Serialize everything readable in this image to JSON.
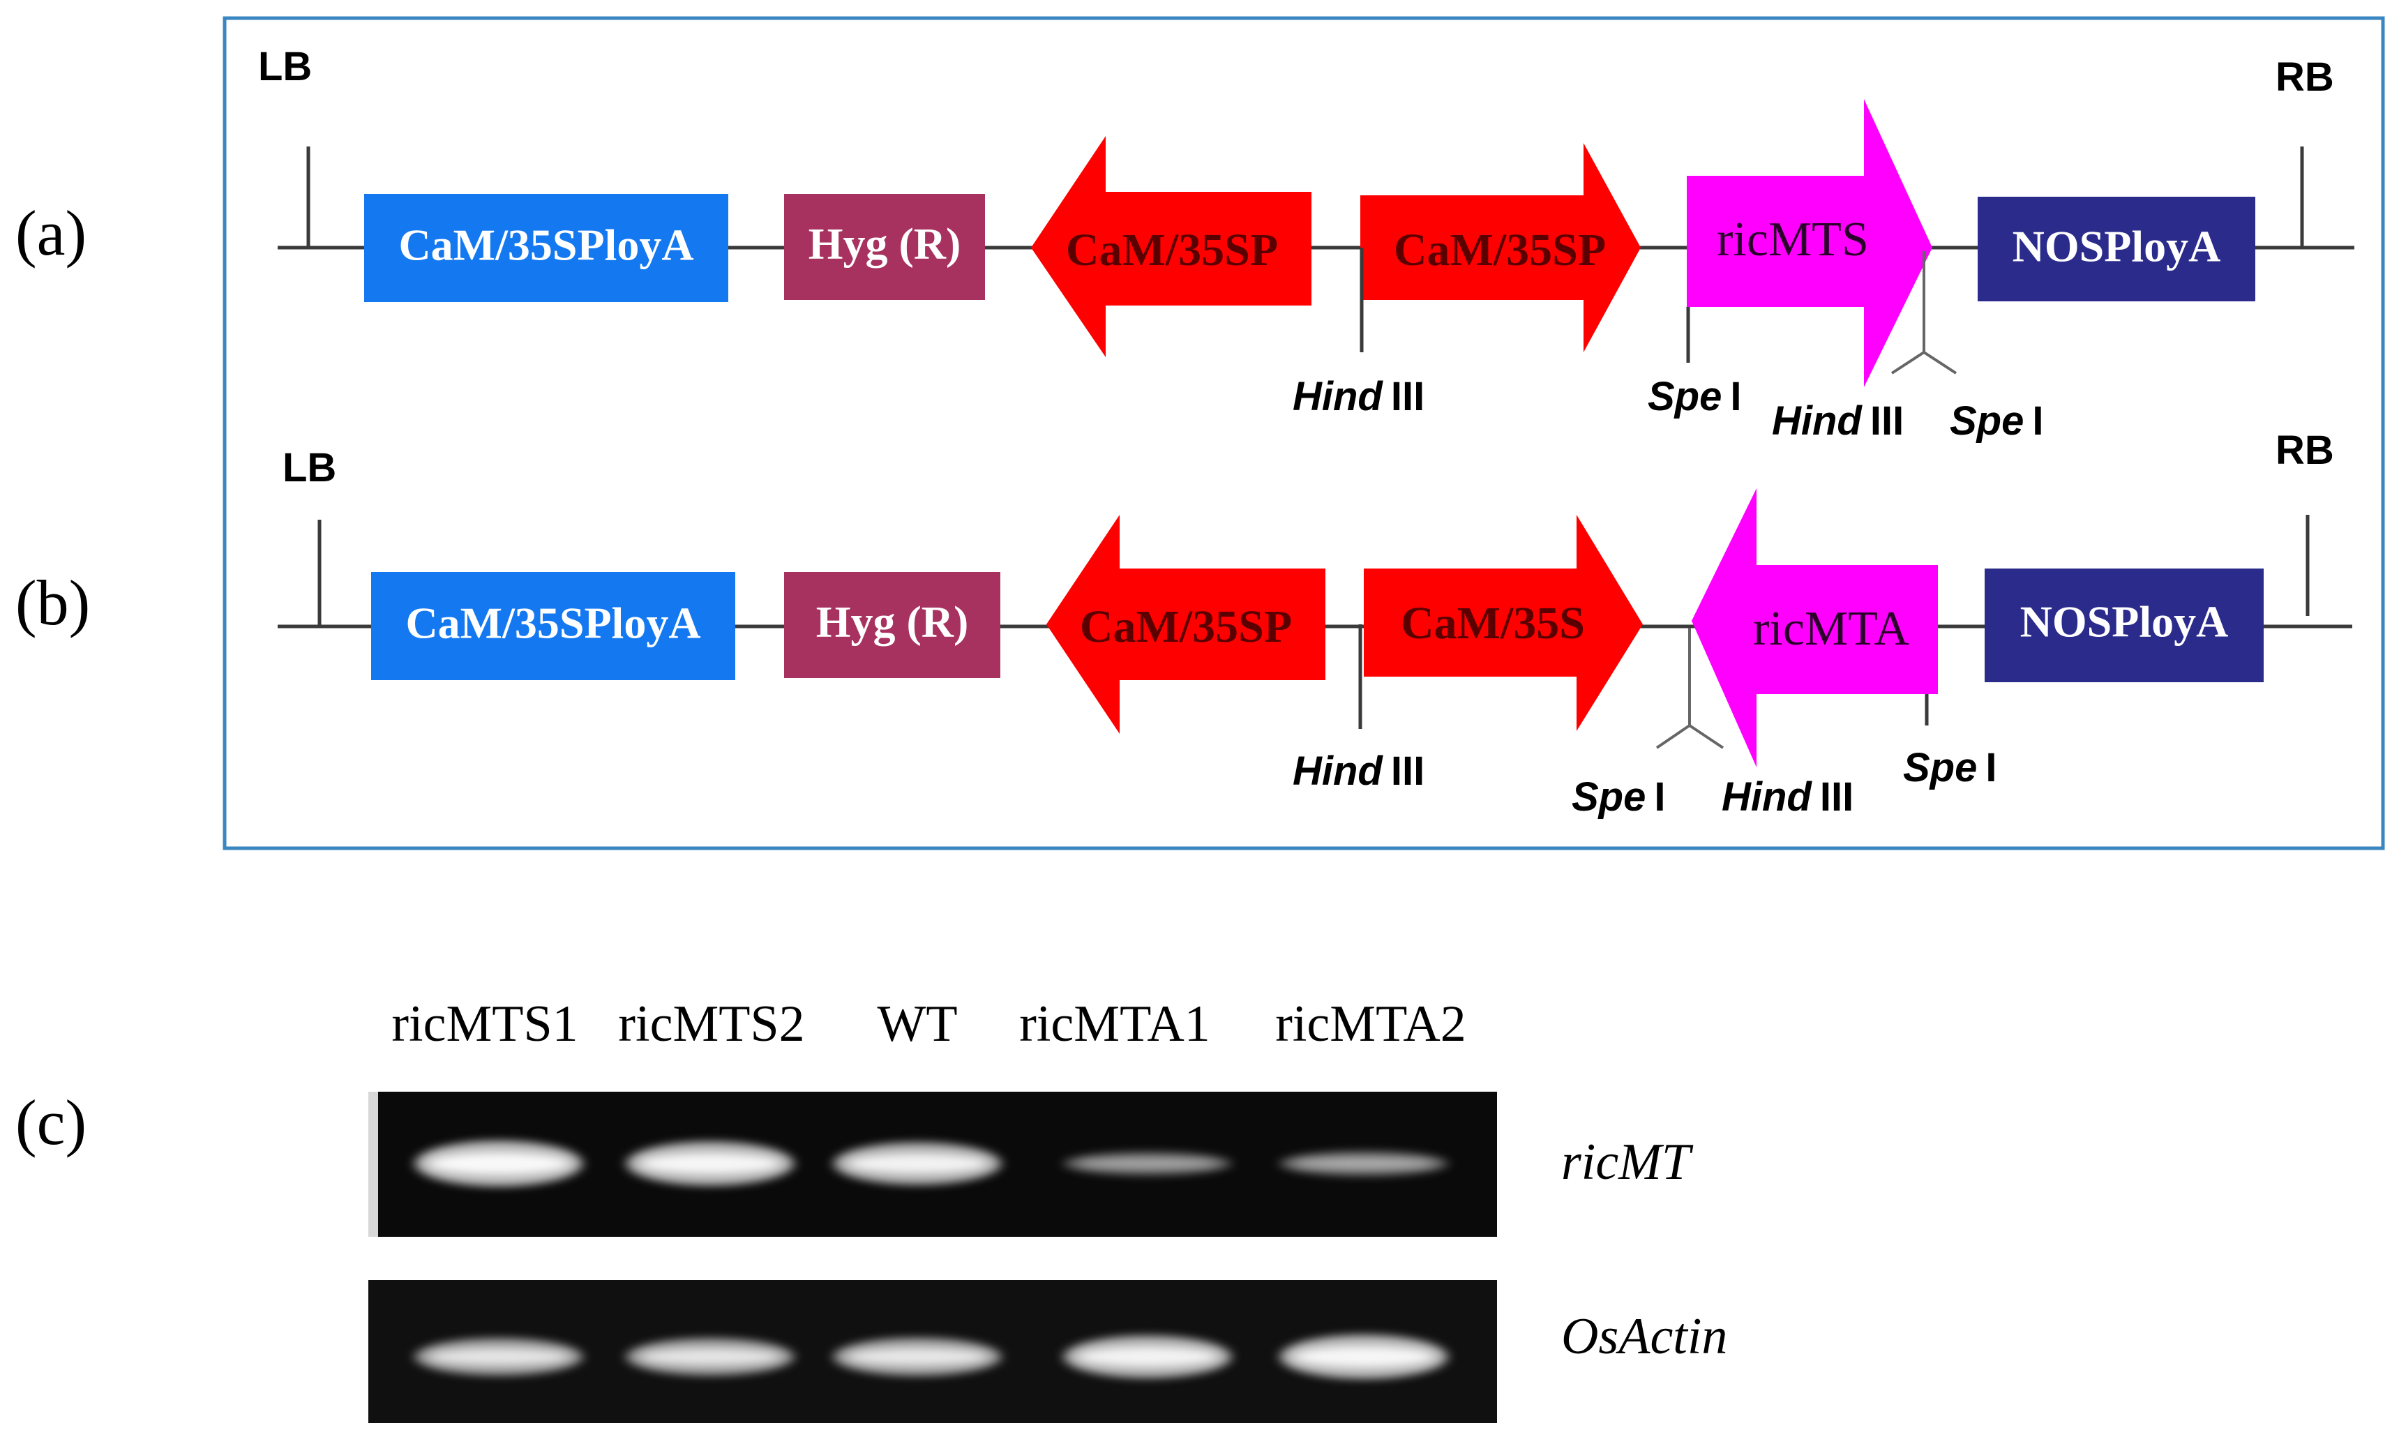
{
  "panels": {
    "a": "(a)",
    "b": "(b)",
    "c": "(c)"
  },
  "construct_a": {
    "left_border": "LB",
    "right_border": "RB",
    "elements": [
      "CaM/35SPloyA",
      "Hyg (R)",
      "CaM/35SP",
      "CaM/35SP",
      "ricMTS",
      "NOSPloyA"
    ],
    "sites": [
      {
        "enzyme": "Hind",
        "suffix": "III"
      },
      {
        "enzyme": "Spe",
        "suffix": "I"
      },
      {
        "enzyme": "Hind",
        "suffix": "III"
      },
      {
        "enzyme": "Spe",
        "suffix": "I"
      }
    ]
  },
  "construct_b": {
    "left_border": "LB",
    "right_border": "RB",
    "elements": [
      "CaM/35SPloyA",
      "Hyg (R)",
      "CaM/35SP",
      "CaM/35S",
      "ricMTA",
      "NOSPloyA"
    ],
    "sites": [
      {
        "enzyme": "Hind",
        "suffix": "III"
      },
      {
        "enzyme": "Spe",
        "suffix": "I"
      },
      {
        "enzyme": "Hind",
        "suffix": "III"
      },
      {
        "enzyme": "Spe",
        "suffix": "I"
      }
    ]
  },
  "gel": {
    "lanes": [
      "ricMTS1",
      "ricMTS2",
      "WT",
      "ricMTA1",
      "ricMTA2"
    ],
    "rows": [
      {
        "label": "ricMT",
        "intensities": [
          0.95,
          0.9,
          0.85,
          0.28,
          0.32
        ]
      },
      {
        "label": "OsActin",
        "intensities": [
          0.7,
          0.7,
          0.72,
          0.85,
          0.9
        ]
      }
    ]
  },
  "colors": {
    "frame": "#3a86c0",
    "blue_box": "#1479f0",
    "hyg_box": "#a8325f",
    "promoter": "#ff0000",
    "gene": "#ff00ff",
    "nos_box": "#2b2b8c",
    "line": "#3a3a3a"
  }
}
